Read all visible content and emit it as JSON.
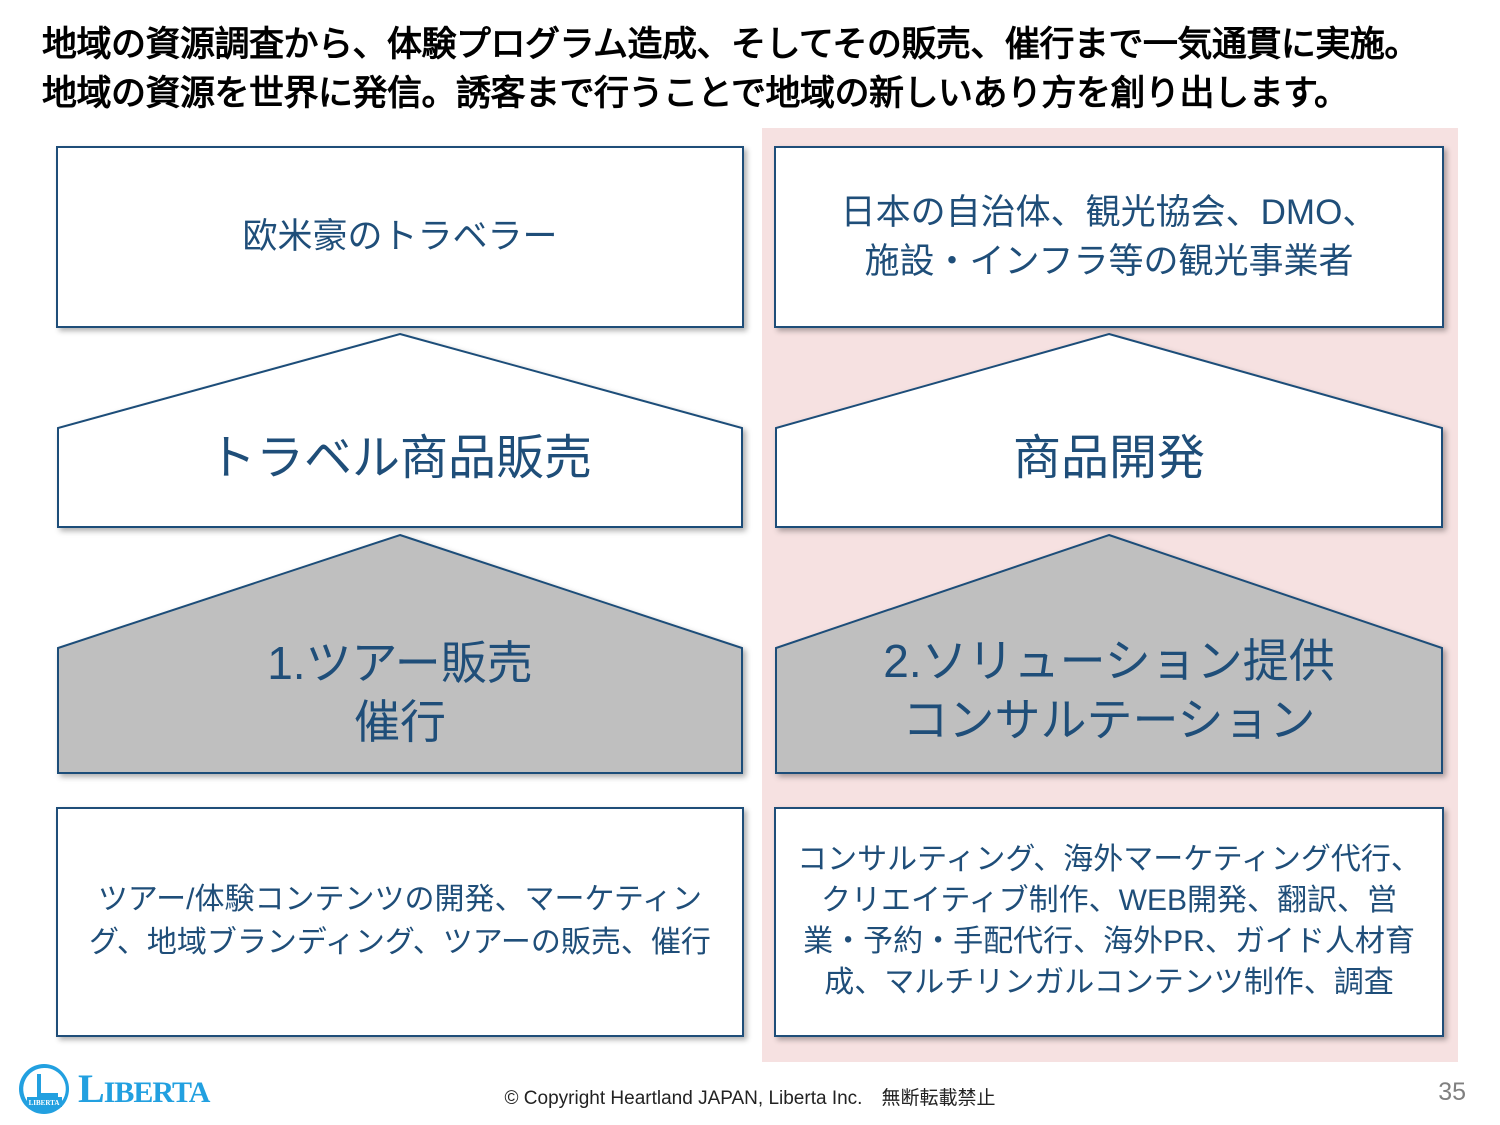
{
  "slide": {
    "headline": "地域の資源調査から、体験プログラム造成、そしてその販売、催行まで一気通貫に実施。\n地域の資源を世界に発信。誘客まで行うことで地域の新しいあり方を創り出します。",
    "page_number": "35"
  },
  "colors": {
    "navy": "#1F4E79",
    "pink_panel": "#F6E1E1",
    "gray_shape": "#BFBFBF",
    "logo_blue": "#22A0E0",
    "page_number_gray": "#808080"
  },
  "columns": {
    "left": {
      "audience": "欧米豪のトラベラー",
      "stage": "トラベル商品販売",
      "offering": "1.ツアー販売\n催行",
      "detail": "ツアー/体験コンテンツの開発、マーケティング、地域ブランディング、ツアーの販売、催行"
    },
    "right": {
      "audience": "日本の自治体、観光協会、DMO、\n施設・インフラ等の観光事業者",
      "stage": "商品開発",
      "offering": "2.ソリューション提供\nコンサルテーション",
      "detail": "コンサルティング、海外マーケティング代行、クリエイティブ制作、WEB開発、翻訳、営業・予約・手配代行、海外PR、ガイド人材育成、マルチリンガルコンテンツ制作、調査"
    }
  },
  "footer": {
    "logo_initial": "L",
    "logo_mark_text": "LIBERTA",
    "logo_word_first": "L",
    "logo_word_rest": "IBERTA",
    "copyright": "© Copyright Heartland JAPAN, Liberta Inc.　無断転載禁止"
  }
}
